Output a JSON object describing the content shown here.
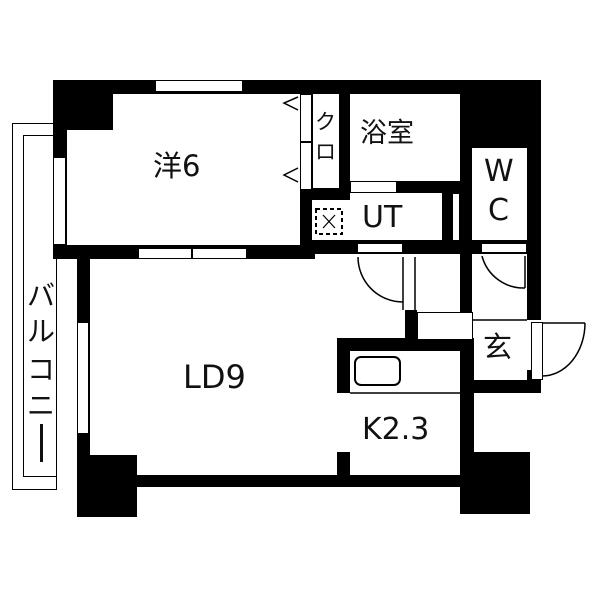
{
  "floorplan": {
    "rooms": [
      {
        "id": "western",
        "label": "洋6"
      },
      {
        "id": "closet",
        "label_line1": "ク",
        "label_line2": "ロ"
      },
      {
        "id": "bath",
        "label": "浴室"
      },
      {
        "id": "utility",
        "label": "UT"
      },
      {
        "id": "wc",
        "label_line1": "W",
        "label_line2": "C"
      },
      {
        "id": "living-dining",
        "label": "LD9"
      },
      {
        "id": "kitchen",
        "label": "K2.3"
      },
      {
        "id": "entrance",
        "label": "玄"
      },
      {
        "id": "balcony",
        "label_chars": [
          "バ",
          "ル",
          "コ",
          "ニ",
          "ー"
        ]
      }
    ],
    "colors": {
      "wall": "#000000",
      "background": "#ffffff",
      "text": "#111111"
    }
  }
}
